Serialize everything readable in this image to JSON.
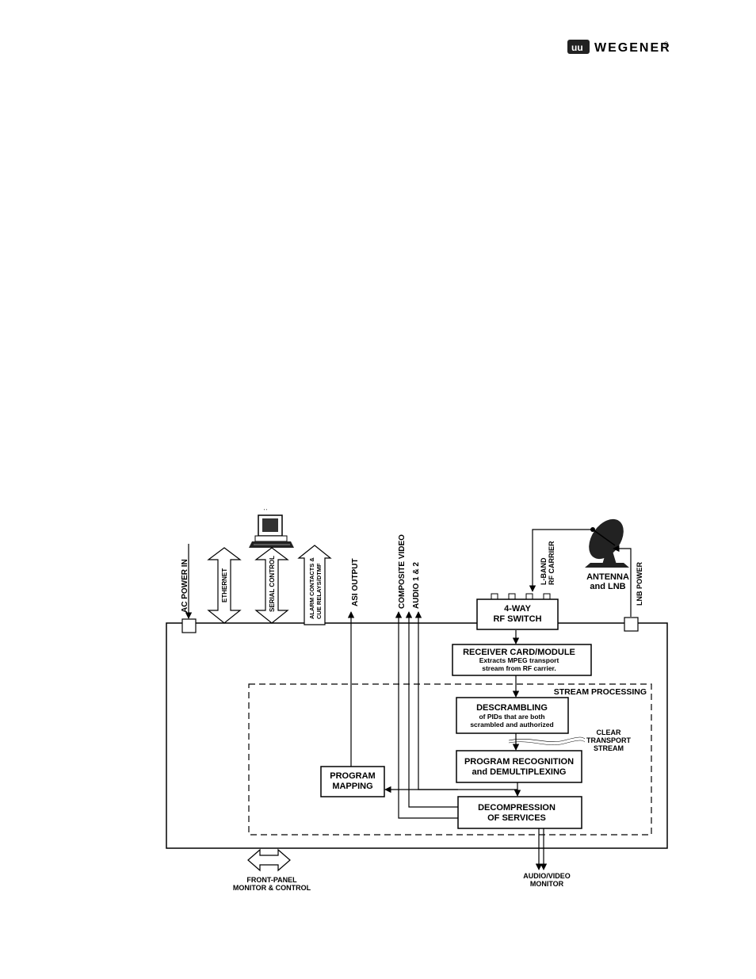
{
  "logo": {
    "text": "WEGENER",
    "reg": "®"
  },
  "diagram": {
    "inputs": {
      "ac_power": "AC POWER IN",
      "ethernet": "ETHERNET",
      "serial": "SERIAL CONTROL",
      "alarm_line1": "ALARM CONTACTS &",
      "alarm_line2": "CUE RELAYS/DTMF",
      "asi": "ASI OUTPUT",
      "composite": "COMPOSITE VIDEO",
      "audio": "AUDIO 1 & 2",
      "lband_line1": "L-BAND",
      "lband_line2": "RF CARRIER",
      "lnb_power": "LNB POWER"
    },
    "antenna": {
      "line1": "ANTENNA",
      "line2": "and LNB"
    },
    "rf_switch": {
      "line1": "4-WAY",
      "line2": "RF SWITCH"
    },
    "receiver": {
      "title": "RECEIVER CARD/MODULE",
      "line1": "Extracts MPEG transport",
      "line2": "stream from RF carrier."
    },
    "stream_processing": "STREAM PROCESSING",
    "descrambling": {
      "title": "DESCRAMBLING",
      "line1": "of PIDs that are both",
      "line2": "scrambled and authorized"
    },
    "clear_ts": {
      "line1": "CLEAR",
      "line2": "TRANSPORT",
      "line3": "STREAM"
    },
    "program_recognition": {
      "line1": "PROGRAM RECOGNITION",
      "line2": "and DEMULTIPLEXING"
    },
    "program_mapping": {
      "line1": "PROGRAM",
      "line2": "MAPPING"
    },
    "decompression": {
      "line1": "DECOMPRESSION",
      "line2": "OF SERVICES"
    },
    "front_panel": {
      "line1": "FRONT-PANEL",
      "line2": "MONITOR & CONTROL"
    },
    "av_monitor": {
      "line1": "AUDIO/VIDEO",
      "line2": "MONITOR"
    }
  }
}
